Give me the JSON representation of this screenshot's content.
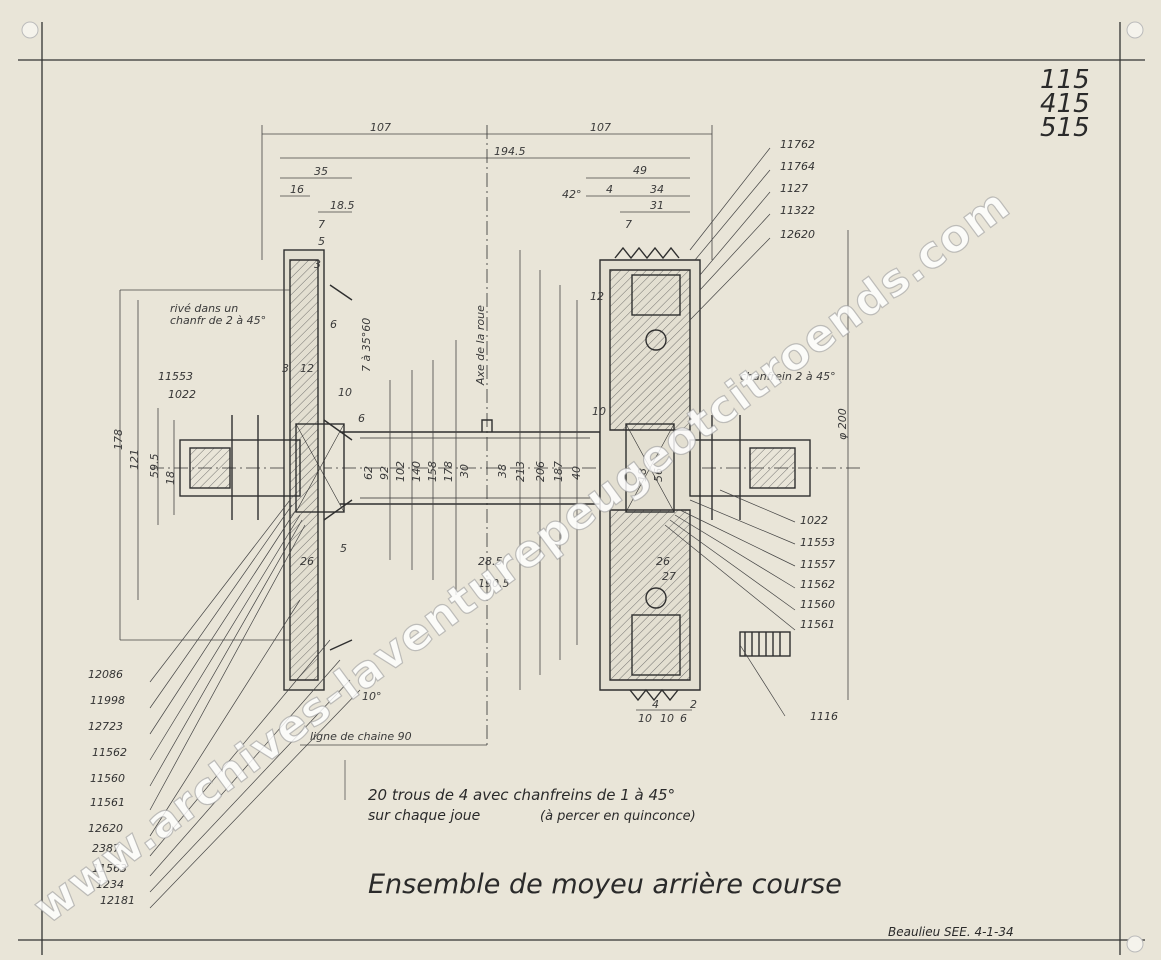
{
  "sheet_numbers": [
    "115",
    "415",
    "515"
  ],
  "title": "Ensemble de moyeu arrière course",
  "signature": "Beaulieu  SEE. 4-1-34",
  "watermark": "www.archives-laventurepeugeotcitroends.com",
  "note_line1": "20 trous de 4 avec chanfreins de 1 à 45°",
  "note_line2": "sur chaque joue",
  "note_paren": "(à percer en quinconce)",
  "note_rive": [
    "rivé dans un",
    "chanfr de 2 à 45°"
  ],
  "note_chanfrein": "chanfrein 2 à 45°",
  "axis_label": "Axe de la roue",
  "chain_line_label": "ligne de chaine 90",
  "dims_top": {
    "left_107": "107",
    "right_107": "107",
    "total": "194.5",
    "d35": "35",
    "d16": "16",
    "d18_5": "18.5",
    "d7": "7",
    "d5": "5",
    "d3": "3",
    "d49": "49",
    "d4": "4",
    "d34": "34",
    "d31": "31",
    "angle42": "42°",
    "d7b": "7"
  },
  "dims_diam": [
    "62",
    "92",
    "102",
    "140",
    "158",
    "178",
    "30",
    "38",
    "213",
    "206",
    "187",
    "40"
  ],
  "dims_misc": {
    "d6": "6",
    "d12": "12",
    "d3b": "3",
    "d10": "10",
    "d6b": "6",
    "d7_3560": "7 à 35°60",
    "d12b": "12",
    "d10b": "10",
    "d26": "26",
    "d5b": "5",
    "d28_5": "28.5",
    "d190_5": "190.5",
    "d26b": "26",
    "d27": "27",
    "d10c": "10",
    "d10d": "10",
    "d6c": "6",
    "d4b": "4",
    "d2": "2",
    "angle10": "10°",
    "d56": "56",
    "d18": "18"
  },
  "dims_left": [
    "178",
    "121",
    "59.5",
    "18"
  ],
  "dim_phi200": "φ 200",
  "refs_left_top": [
    "11553",
    "1022"
  ],
  "refs_left_bottom": [
    "12086",
    "11998",
    "12723",
    "11562",
    "11560",
    "11561",
    "12620",
    "2387",
    "11563",
    "1234",
    "12181"
  ],
  "refs_right_top": [
    "11762",
    "11764",
    "1127",
    "11322",
    "12620"
  ],
  "refs_right_bottom": [
    "1022",
    "11553",
    "11557",
    "11562",
    "11560",
    "11561"
  ],
  "ref_1116": "1116"
}
